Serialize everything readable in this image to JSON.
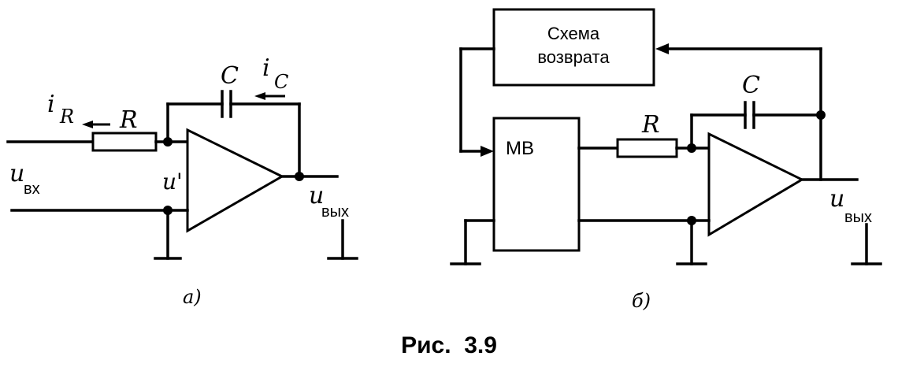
{
  "left": {
    "label_iR_main": "i",
    "label_iR_sub": "R",
    "label_R": "R",
    "label_C": "C",
    "label_iC_main": "i",
    "label_iC_sub": "C",
    "label_uin_main": "u",
    "label_uin_sub": "вх",
    "label_uprime": "u'",
    "label_uout_main": "u",
    "label_uout_sub": "вых",
    "sub_caption": "a)"
  },
  "right": {
    "reset_line1": "Схема",
    "reset_line2": "возврата",
    "mv_label": "МВ",
    "label_R": "R",
    "label_C": "C",
    "label_uout_main": "u",
    "label_uout_sub": "вых",
    "sub_caption": "б)"
  },
  "figure_caption": "Рис.  3.9"
}
